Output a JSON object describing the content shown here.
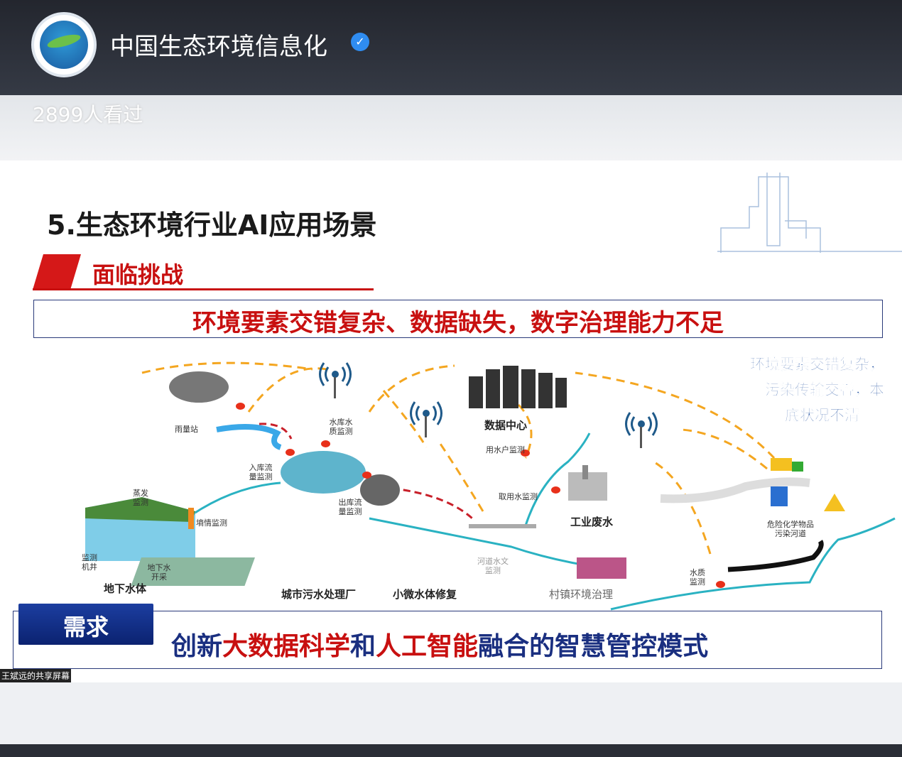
{
  "header": {
    "channel_name": "中国生态环境信息化",
    "verified_icon": "verified-check-icon",
    "views": "2899人看过"
  },
  "slide": {
    "title": "5.生态环境行业AI应用场景",
    "section_label": "面临挑战",
    "challenge": "环境要素交错复杂、数据缺失，数字治理能力不足",
    "side_note": [
      "环境要素交错复杂，",
      "污染传输交叠，本",
      "底状况不清"
    ],
    "diagram_labels": {
      "rain": "雨量站",
      "reservoir_quality": "水库水质监测",
      "inflow": "入库流量监测",
      "outflow": "出库流量监测",
      "evap": "蒸发监测",
      "soil": "墒情监测",
      "well": "监测机井",
      "extract": "地下水开采",
      "groundwater": "地下水体",
      "sewage": "城市污水处理厂",
      "micro": "小微水体修复",
      "river": "河道水文监测",
      "village": "村镇环境治理",
      "quality": "水质监测",
      "hazard": "危险化学物品污染河道",
      "intake": "取用水监测",
      "user": "用水户监测",
      "datacenter": "数据中心",
      "industrial": "工业废水"
    },
    "need_label": "需求",
    "need_parts": [
      "创新",
      "大数据科学",
      "和",
      "人工智能",
      "融合的智慧管控模式"
    ],
    "share_caption": "王斌远的共享屏幕"
  }
}
